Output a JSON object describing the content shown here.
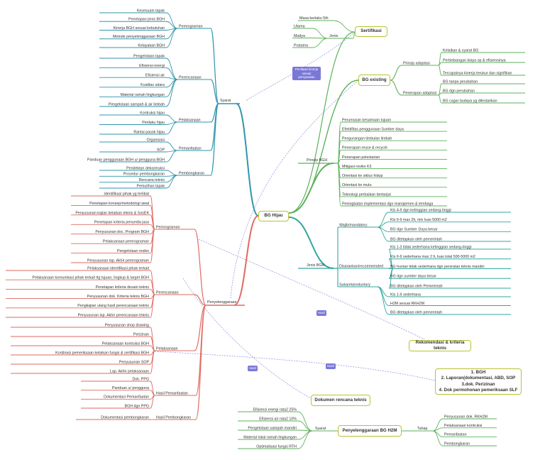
{
  "colors": {
    "root": "#b8c330",
    "syarat": "#2f95ad",
    "penyelenggaraan": "#df6a61",
    "green": "#5bb25b",
    "teal": "#32a79f",
    "relation": "#9b99e0",
    "tag_bg": "#7a78d6"
  },
  "root": "BG Hijau",
  "syarat": {
    "label": "Syarat",
    "branches": [
      {
        "label": "Pemrograman",
        "items": [
          "Kesesuain tapak",
          "Penetapan jenis BGH",
          "Kinerja BGH sesuai kebutuhan",
          "Metode penyelenggaraan BGH",
          "Kelayakan BGH"
        ]
      },
      {
        "label": "Perencanaan",
        "items": [
          "Pengelolaan tapak",
          "Efisiensi energi",
          "Efisiensi air",
          "Kualitas udara",
          "Material ramah lingkungan",
          "Pengelolaan sampah & air limbah"
        ]
      },
      {
        "label": "Pelaksanaan",
        "items": [
          "Kontruksi hijau",
          "Perilaku hijau",
          "Rantai pasok hijau"
        ]
      },
      {
        "label": "Pemanfaatan",
        "items": [
          "Organisasi",
          "SOP",
          "Panduan penggunaan BGH u/ pengguna BGH"
        ]
      },
      {
        "label": "Pembongkaran",
        "items": [
          "Pendektan dekontruksi",
          "Prosedur pembongkaran",
          "Rencana teknis",
          "Pemulihan tapak"
        ]
      }
    ]
  },
  "sertifikasi": {
    "label": "Sertifikasi",
    "masa": "Masa berlaku 5th",
    "jenis": {
      "label": "Jenis",
      "items": [
        "Utama",
        "Madya",
        "Pratama"
      ]
    }
  },
  "bg_existing": {
    "label": "BG existing",
    "branches": [
      {
        "label": "Prinsip adaptasi",
        "items": [
          "Kelaikan & syarat BG",
          "Pertimbangan biaya op & efisiensinya",
          "Tercapainya kinerja terukur dan signifikan"
        ]
      },
      {
        "label": "Penerapan adaptasi",
        "items": [
          "BG tanpa perubahan",
          "BG dgn perubahan",
          "BG cagar budaya yg dilestarikan"
        ]
      }
    ]
  },
  "prinsip_bgh": {
    "label": "Prinsip BGH",
    "items": [
      "Perumusan kesamaan tujuan",
      "Efektifitas penggunaan Sumber daya",
      "Pengurangan timbulan limbah",
      "Penerapan reuse & recycle",
      "Penerapan pelestarian",
      "Mitigasi resiko K3",
      "Orientasi ke siklus hidup",
      "Orientasi ke mutu",
      "Teknologi perbaikan berlanjut",
      "Peningkatan implementasi dgn manajemen & lembaga"
    ]
  },
  "jenis_bgh": {
    "label": "Jenis BGH",
    "branches": [
      {
        "label": "Wajib/mandatory",
        "items": [
          "Kls 4-9 dgn ketinggian sedang-tinggi",
          "Kls 6-9 max 2lt, min luas 5000 m2",
          "BG dgn Sumber Daya besar",
          "BG ditetapkan oleh pemerintah"
        ]
      },
      {
        "label": "Disarankan/recommended",
        "items": [
          "Kls 1-3 tidak sederhana ketinggian sedang-tinggi",
          "Kls 6-9 sederhana max 2 lt, luas total 500-5000 m2",
          "BG hunian tidak sederhana dgn persratan teknis mandiri",
          "BG dgn sumber daya besar",
          "BG ditetapkan oleh Pemerintah"
        ]
      },
      {
        "label": "Sukarela/voluntary",
        "items": [
          "Kls 1-9 sederhana",
          "H2M sesuai RKH2M",
          "BG ditetapkan oleh pemerintah"
        ]
      }
    ]
  },
  "penyelenggaraan": {
    "label": "Penyelenggaraan",
    "branches": [
      {
        "label": "Pemrograman",
        "items": [
          "Identifikasi pihak yg terlibat",
          "Penetapan konsep/metodologi awal",
          "Penyusunan kajian kelaikan teknis & SosEK",
          "Penetapan kriteria penyedia jasa",
          "Penyusunan doc. Program BGH",
          "Pelaksanaan pemrograman",
          "Pengelolaan resiko",
          "Penyusunan lap. Akhir pemrograman"
        ]
      },
      {
        "label": "Perencanaan",
        "items": [
          "Pelaksanaan identifikasi pihak terkait",
          "Pelaksanaan komunikasi pihak terkait ttg tujuan, lingkup & target BGH",
          "Penetapan kriteria desain teknis",
          "Penyusunan dok. Kriteria teknis BGH",
          "Pengkajian ulang hasil perencanaan teknis",
          "Penyusunan lap. Akhir perencanaan teknis"
        ]
      },
      {
        "label": "Pelaksanaan",
        "items": [
          "Penyusunan shop drawing",
          "Perizinan",
          "Pelaksanaan kontruksi BGH",
          "Kordinasi pemeriksaan kelaikan fungsi & sertifikasi BGH",
          "Penyusunan SOP",
          "Lap. Akhir pelaksanaan"
        ]
      },
      {
        "label": "Hasil Pemanfaatan",
        "items": [
          "Dok. PPG",
          "Panduan u/ pengguna",
          "Dokumentasi Pemanfaatan",
          "BGH dgn PPG"
        ]
      },
      {
        "label": "Hasil Pembongkaran",
        "items": [
          "Dokumentasi pembongkaran"
        ]
      }
    ]
  },
  "h2m": {
    "label": "Penyelenggaraan BG H2M",
    "syarat": {
      "label": "Syarat",
      "items": [
        "Efisiensi energi rata2 25%",
        "Efisiensi air rata2 10%",
        "Pengelolaan sampah mandiri",
        "Material lokal ramah lingkungan",
        "Optimalisasi fungsi RTH"
      ]
    },
    "tahap": {
      "label": "Tahap",
      "items": [
        "Penyusunan dok. RKH2M",
        "Pelaksanaan kontruksi",
        "Pemanfaatan",
        "Pembongkaran"
      ]
    }
  },
  "floating": {
    "rekomendasi": "Rekomendasi & kriteria teknis",
    "dokumen_rencana": "Dokumen rencana teknis",
    "hasil_box": [
      "1. BGH",
      "2. Laporan(dokumentasi, ABD, SOP",
      "3.dok. Perizinan",
      "4. Dok permohonan pemeriksaan SLF"
    ]
  },
  "relation_tags": {
    "penilaian": "Penilaian kinerja sesuai persyaratan",
    "hasil": "Hasil"
  }
}
